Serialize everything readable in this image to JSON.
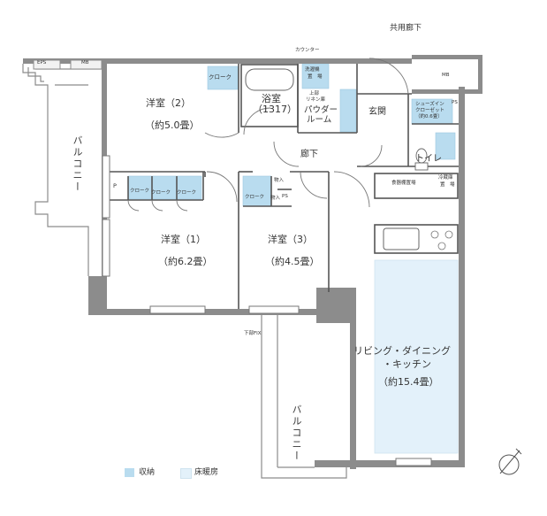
{
  "header": {
    "corridor": "共用廊下"
  },
  "rooms": {
    "western2": {
      "name": "洋室（2）",
      "size": "（約5.0畳）"
    },
    "western1": {
      "name": "洋室（1）",
      "size": "（約6.2畳）"
    },
    "western3": {
      "name": "洋室（3）",
      "size": "（約4.5畳）"
    },
    "ldk": {
      "name": "リビング・ダイニング",
      "name2": "・キッチン",
      "size": "（約15.4畳）"
    },
    "bath": {
      "name": "浴室",
      "size": "（1317）"
    },
    "powder": {
      "name": "パウダー",
      "name2": "ルーム"
    },
    "entrance": "玄関",
    "hall": "廊下",
    "toilet": "トイレ",
    "balcony_left": "バルコニー",
    "balcony_bottom": "バルコニー"
  },
  "small_labels": {
    "eps": "EPS",
    "mb_left": "MB",
    "mb_right": "MB",
    "counter": "カウンター",
    "laundry_1": "洗濯機",
    "laundry_2": "置　場",
    "linen_1": "上部",
    "linen_2": "リネン庫",
    "shoes_1": "シューズイン",
    "shoes_2": "クローゼット",
    "shoes_3": "（約0.6畳）",
    "ps_entrance": "PS",
    "ps_room3": "PS",
    "p_label": "P",
    "closet_a": "クローク",
    "closet_b1": "クローク",
    "closet_b2": "クローク",
    "closet_b3": "クローク",
    "closet_c": "クローク",
    "storage_1": "物入",
    "storage_2": "物入",
    "food_storage": "食器棚置場",
    "fridge_1": "冷蔵庫",
    "fridge_2": "置　場",
    "window_fix": "下部FIX"
  },
  "legend": {
    "storage": {
      "label": "収納",
      "color": "#b9dcef"
    },
    "floor_heating": {
      "label": "床暖房",
      "color": "#e3f1fa"
    }
  },
  "colors": {
    "wall": "#8c8c8c",
    "storage": "#b9dcef",
    "floor_heating": "#e3f1fa"
  }
}
